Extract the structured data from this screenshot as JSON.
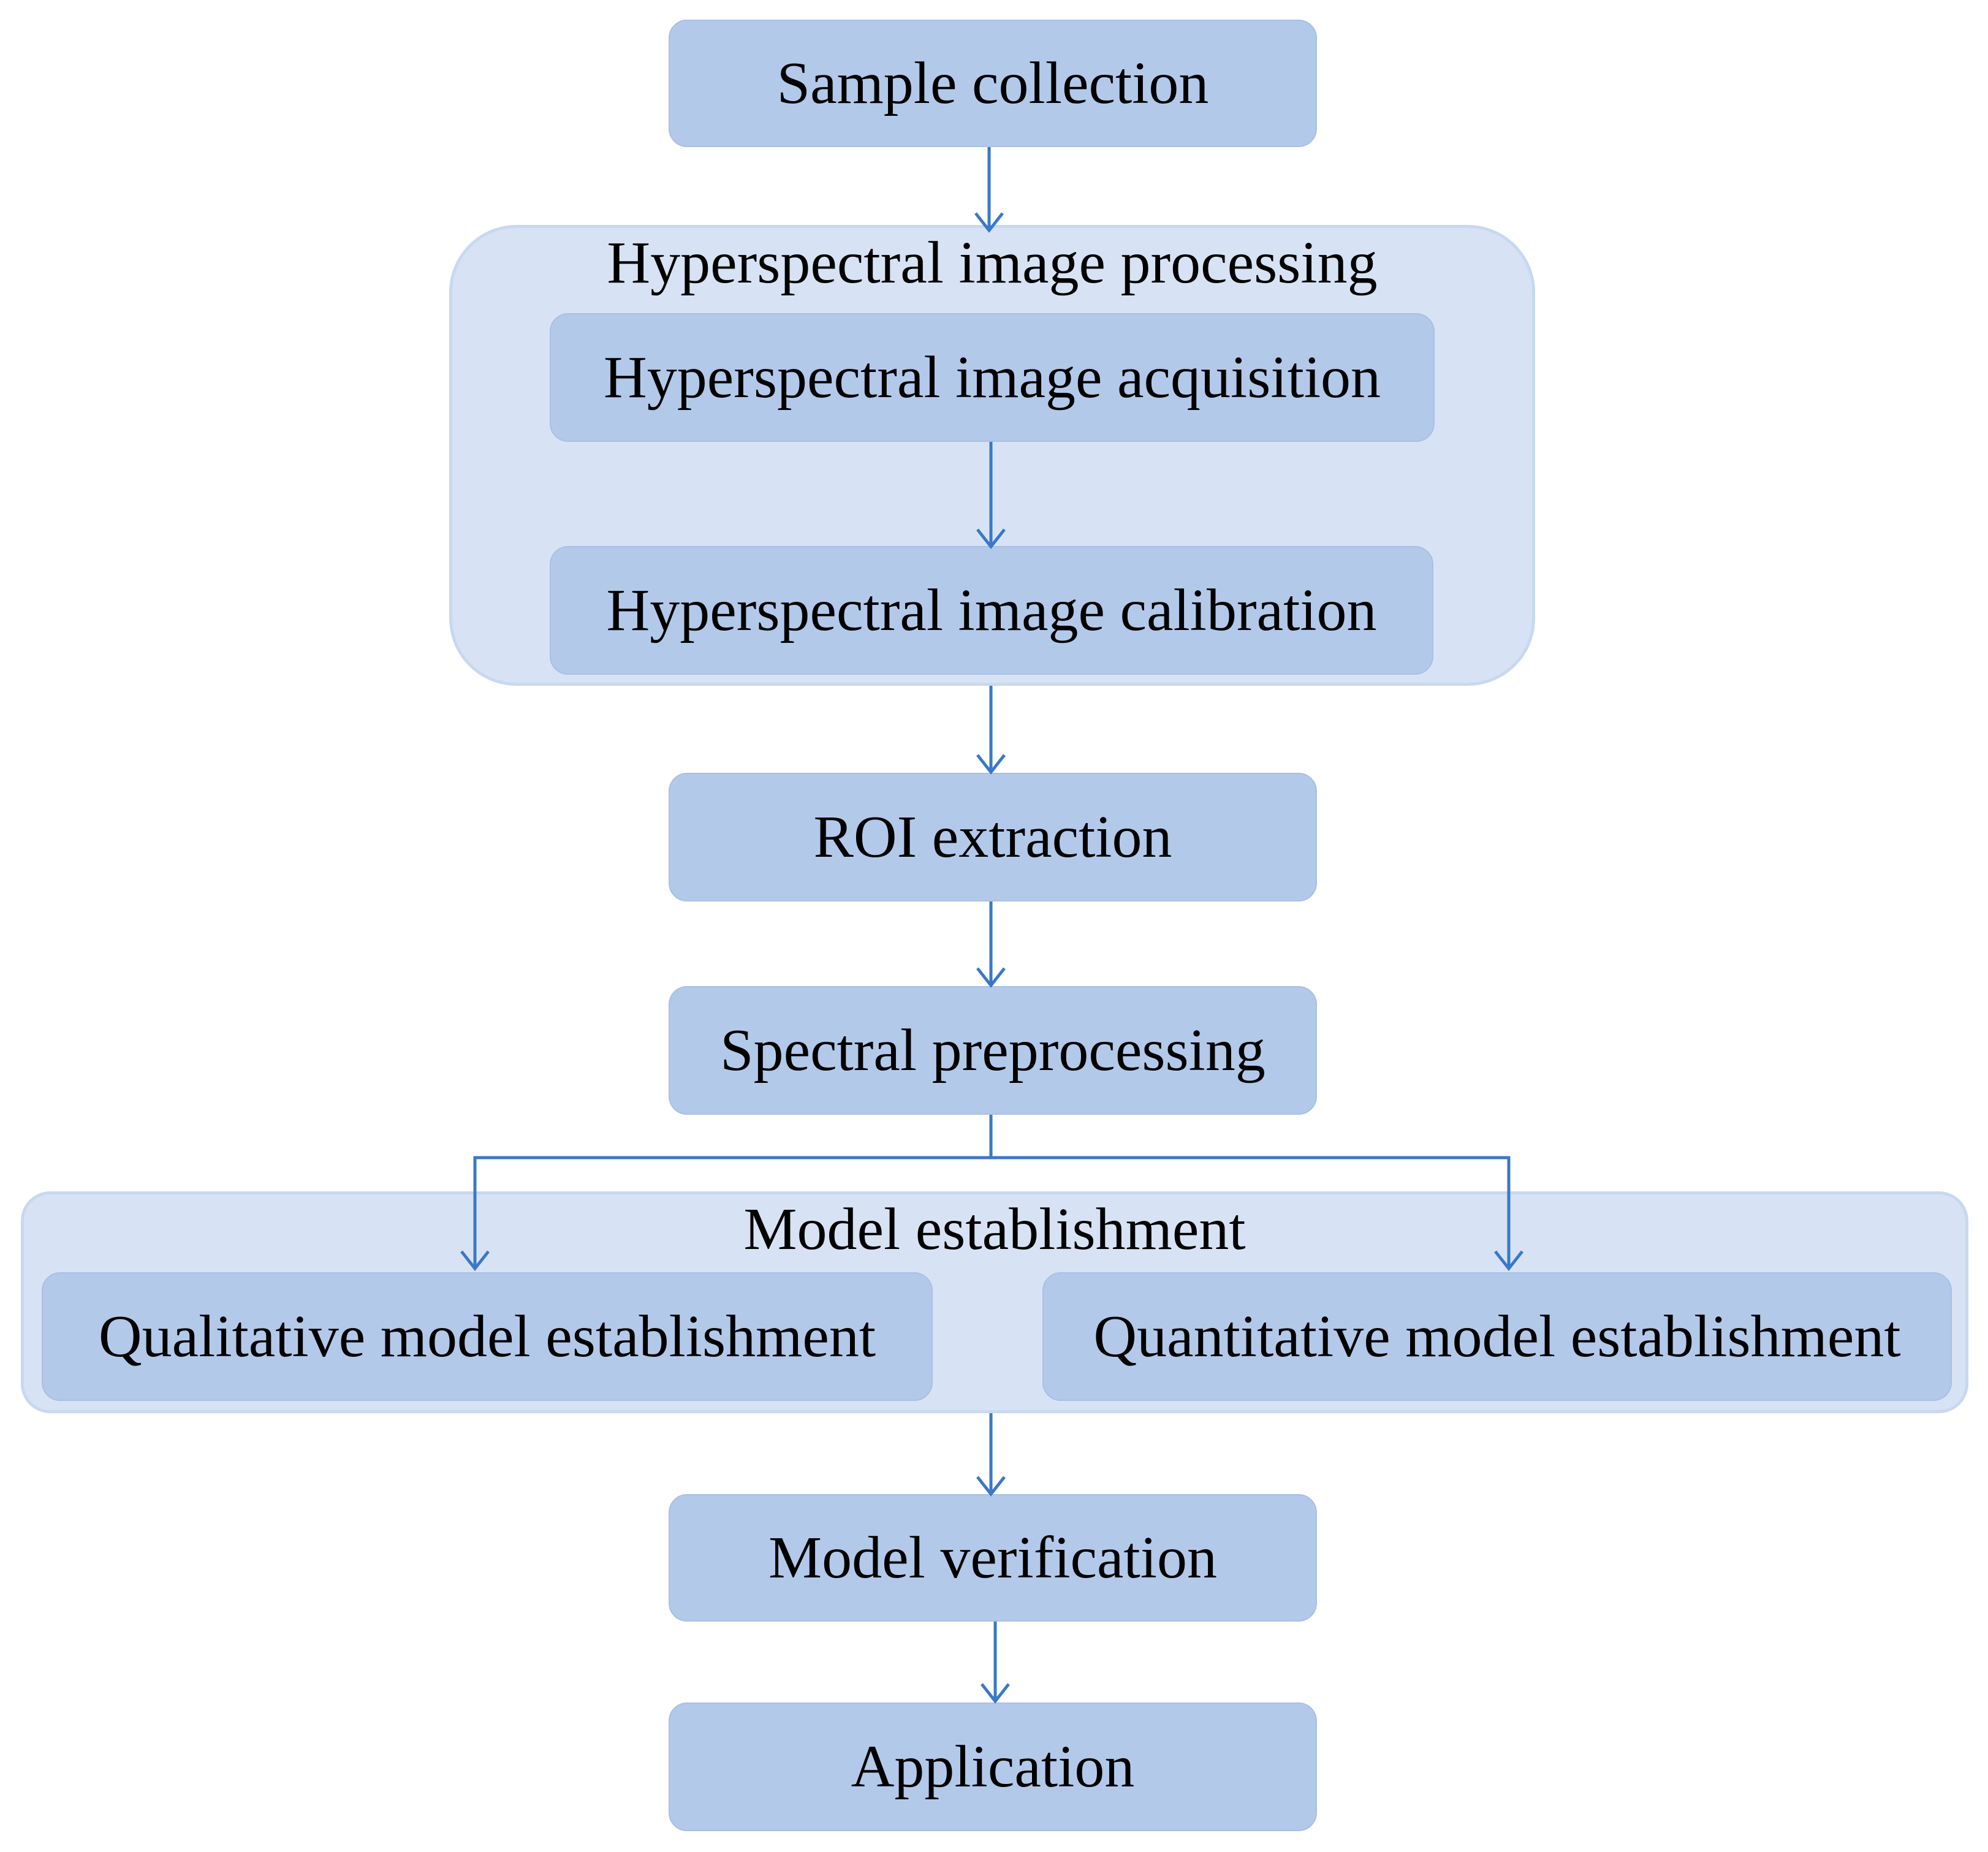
{
  "flowchart": {
    "sample_collection": "Sample collection",
    "hyperspectral_group": {
      "title": "Hyperspectral image processing",
      "acquisition": "Hyperspectral image acquisition",
      "calibration": "Hyperspectral image calibration"
    },
    "roi_extraction": "ROI extraction",
    "spectral_preprocessing": "Spectral preprocessing",
    "model_group": {
      "title": "Model establishment",
      "qualitative": "Qualitative model establishment",
      "quantitative": "Quantitative model establishment"
    },
    "model_verification": "Model verification",
    "application": "Application"
  },
  "colors": {
    "node_fill": "#b3c9ea",
    "group_fill": "#d7e3f4",
    "arrow": "#3a78c8"
  }
}
